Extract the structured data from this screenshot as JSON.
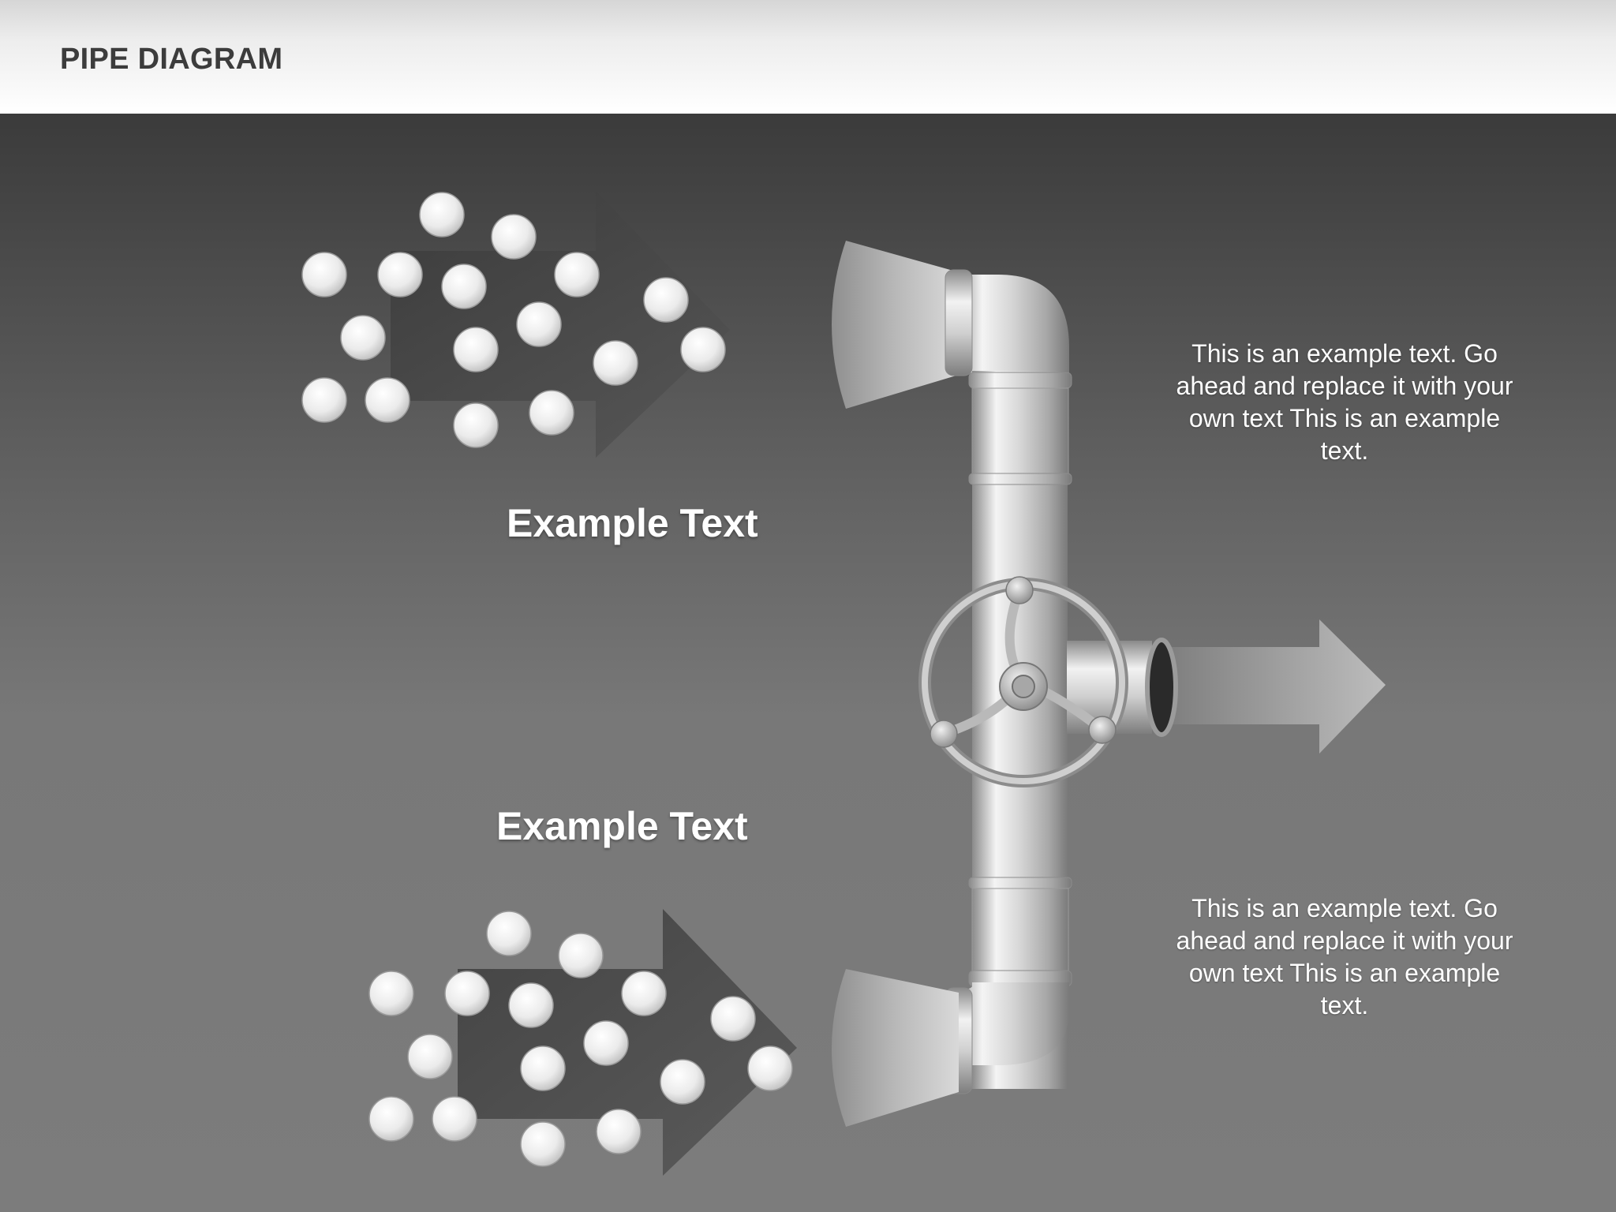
{
  "header": {
    "title": "PIPE DIAGRAM"
  },
  "labels": {
    "upper": "Example Text",
    "lower": "Example Text"
  },
  "descriptions": {
    "upper": "This is an example text. Go ahead and replace it with your own text This is an example text.",
    "lower": "This is an example text. Go ahead and replace it with your own text This is an example text."
  },
  "icons": [
    "dotted-arrow-icon",
    "pipe-icon",
    "valve-wheel-icon",
    "outlet-arrow-icon",
    "funnel-icon"
  ],
  "colors": {
    "header_text": "#3c3c3c",
    "text": "#ffffff",
    "pipe": "#c8c8c8",
    "background_top": "#3b3b3b",
    "background_bottom": "#7c7c7c"
  }
}
